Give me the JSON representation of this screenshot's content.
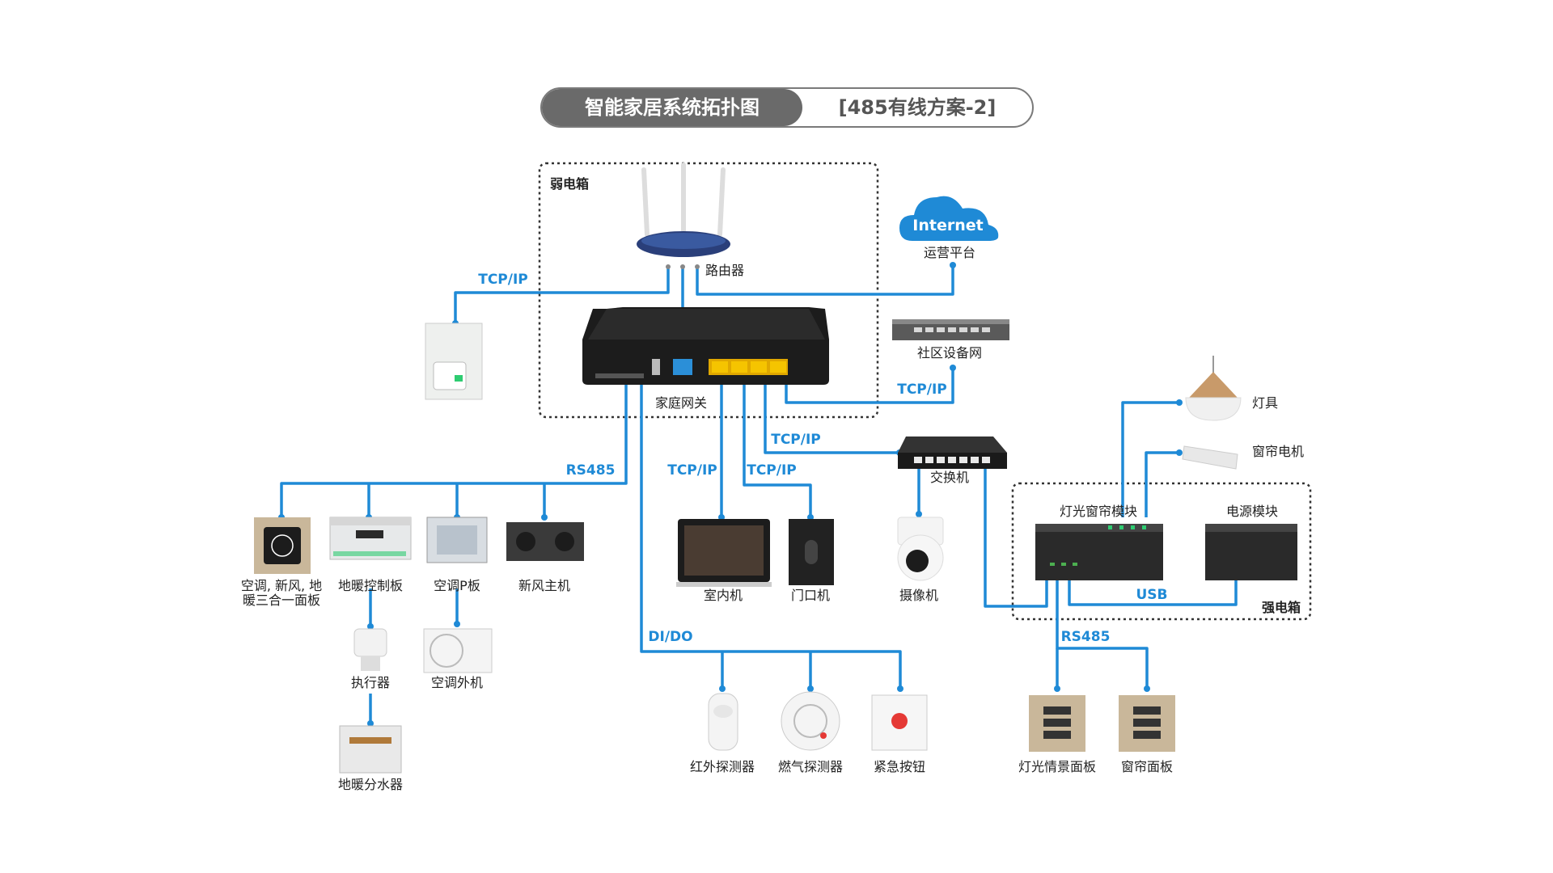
{
  "header": {
    "title": "智能家居系统拓扑图",
    "subtitle": "[485有线方案-2]"
  },
  "groups": {
    "weak_box": "弱电箱",
    "strong_box": "强电箱"
  },
  "cloud": {
    "text": "Internet",
    "label": "运营平台"
  },
  "devices": {
    "router": "路由器",
    "gateway": "家庭网关",
    "community_network": "社区设备网",
    "switch": "交换机",
    "lamp": "灯具",
    "curtain_motor": "窗帘电机",
    "light_curtain_module": "灯光窗帘模块",
    "power_module": "电源模块",
    "hvac_panel_line1": "空调, 新风, 地",
    "hvac_panel_line2": "暖三合一面板",
    "floor_heating_board": "地暖控制板",
    "ac_p_board": "空调P板",
    "fresh_air_unit": "新风主机",
    "actuator": "执行器",
    "ac_outdoor": "空调外机",
    "manifold": "地暖分水器",
    "indoor_unit": "室内机",
    "door_unit": "门口机",
    "camera": "摄像机",
    "pir_detector": "红外探测器",
    "gas_detector": "燃气探测器",
    "emergency_button": "紧急按钮",
    "scene_panel": "灯光情景面板",
    "curtain_panel": "窗帘面板"
  },
  "protocols": {
    "tcpip_left": "TCP/IP",
    "tcpip_community": "TCP/IP",
    "tcpip_switch": "TCP/IP",
    "tcpip_indoor": "TCP/IP",
    "tcpip_door": "TCP/IP",
    "rs485_left": "RS485",
    "dido": "DI/DO",
    "usb": "USB",
    "rs485_right": "RS485"
  },
  "colors": {
    "line": "#1f8ad6",
    "title_bg": "#6a6a6a",
    "gold_panel": "#c9b79a",
    "gateway_port": "#f2b705"
  }
}
